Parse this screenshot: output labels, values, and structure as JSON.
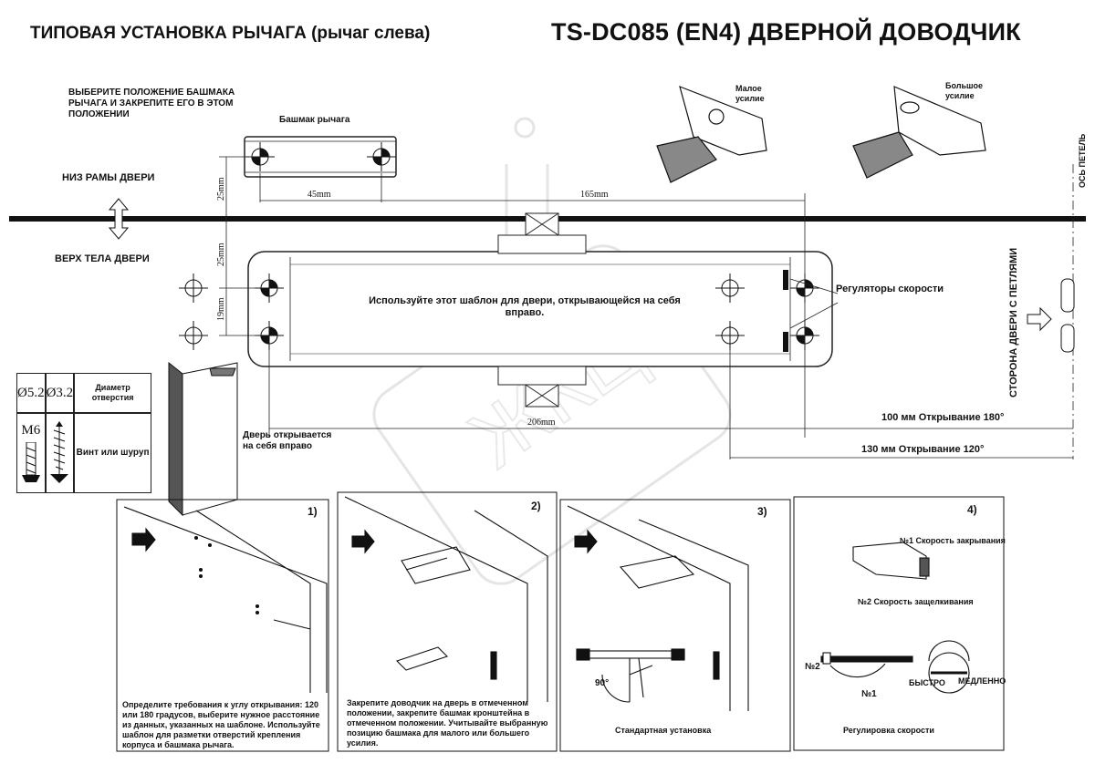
{
  "header": {
    "left_title": "ТИПОВАЯ УСТАНОВКА РЫЧАГА (рычаг слева)",
    "right_title": "TS-DC085 (EN4) ДВЕРНОЙ ДОВОДЧИК"
  },
  "template": {
    "instruction": "ВЫБЕРИТЕ ПОЛОЖЕНИЕ БАШМАКА РЫЧАГА И ЗАКРЕПИТЕ ЕГО В ЭТОМ ПОЛОЖЕНИИ",
    "shoe_label": "Башмак рычага",
    "frame_bottom": "НИЗ РАМЫ ДВЕРИ",
    "door_top": "ВЕРХ ТЕЛА ДВЕРИ",
    "center_text": "Используйте этот шаблон для двери, открывающейся на себя вправо.",
    "speed_regulators": "Регуляторы скорости",
    "small_force": "Малое усилие",
    "large_force": "Большое усилие",
    "hinge_axis": "ОСЬ ПЕТЕЛЬ",
    "hinge_side": "СТОРОНА ДВЕРИ С ПЕТЛЯМИ",
    "door_opens": "Дверь открывается на себя вправо",
    "dim_45": "45mm",
    "dim_165": "165mm",
    "dim_25a": "25mm",
    "dim_25b": "25mm",
    "dim_19": "19mm",
    "dim_206": "206mm",
    "open_180": "100 мм   Открывание 180°",
    "open_120": "130 мм   Открывание 120°"
  },
  "screw_table": {
    "d1": "Ø5.2",
    "d2": "Ø3.2",
    "diam_label": "Диаметр отверстия",
    "m6": "M6",
    "screw_label": "Винт или шуруп"
  },
  "steps": [
    {
      "num": "1)",
      "text": "Определите требования к углу открывания: 120 или 180 градусов, выберите нужное расстояние из данных, указанных на шаблоне. Используйте шаблон для разметки отверстий крепления корпуса и башмака рычага."
    },
    {
      "num": "2)",
      "text": "Закрепите доводчик на дверь в отмеченном положении, закрепите башмак кронштейна в отмеченном положении. Учитывайте выбранную позицию башмака для малого или большего усилия."
    },
    {
      "num": "3)",
      "text": "Стандартная установка",
      "angle": "90°"
    },
    {
      "num": "4)",
      "text": "Регулировка скорости",
      "speed1": "№1 Скорость закрывания",
      "speed2": "№2 Скорость защелкивания",
      "no2": "№2",
      "no1": "№1",
      "fast": "БЫСТРО",
      "slow": "МЕДЛЕННО"
    }
  ]
}
